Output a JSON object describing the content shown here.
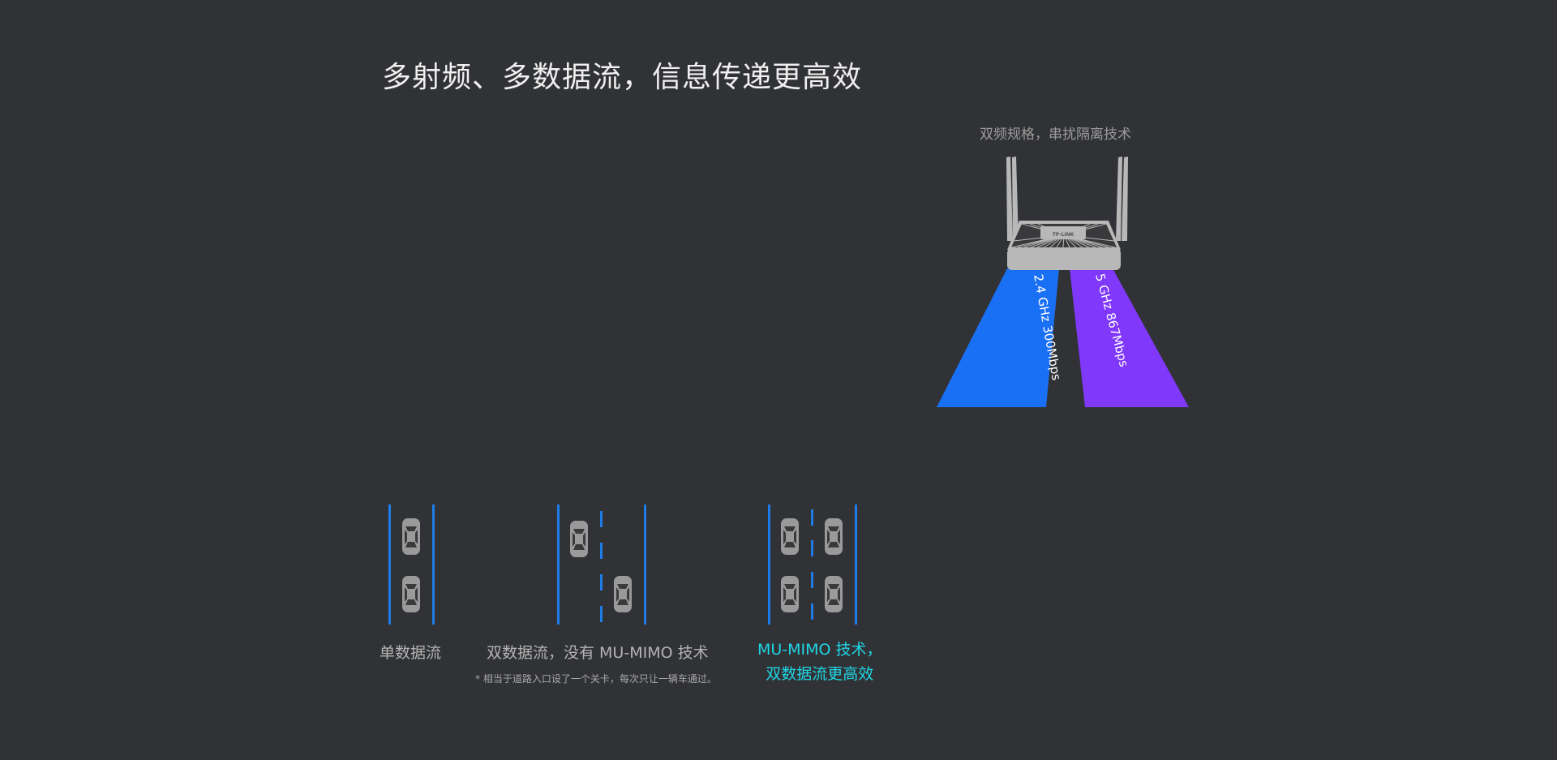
{
  "header": {
    "title": "多射频、多数据流，信息传递更高效"
  },
  "router_section": {
    "subtitle": "双频规格，串扰隔离技术",
    "brand": "TP-LINK",
    "bands": [
      {
        "label": "2.4 GHz 300Mbps",
        "color": "#1a70f5"
      },
      {
        "label": "5 GHz 867Mbps",
        "color": "#8038fb"
      }
    ]
  },
  "lanes": [
    {
      "caption": "单数据流",
      "note": ""
    },
    {
      "caption": "双数据流，没有 MU-MIMO 技术",
      "note": "* 相当于道路入口设了一个关卡，每次只让一辆车通过。"
    },
    {
      "caption_line1": "MU-MIMO 技术，",
      "caption_line2": "双数据流更高效"
    }
  ],
  "colors": {
    "background": "#313235",
    "lane_line": "#1e7ce8",
    "car": "#9a9a9a",
    "highlight": "#1fd6e6"
  }
}
